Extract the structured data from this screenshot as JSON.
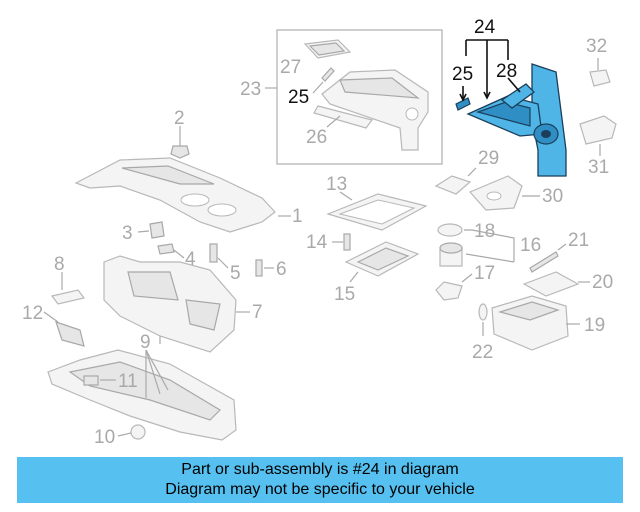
{
  "diagram": {
    "callouts": [
      "1",
      "2",
      "3",
      "4",
      "5",
      "6",
      "7",
      "8",
      "9",
      "10",
      "11",
      "12",
      "13",
      "14",
      "15",
      "16",
      "17",
      "18",
      "19",
      "20",
      "21",
      "22",
      "23",
      "24",
      "25",
      "25",
      "26",
      "27",
      "28",
      "29",
      "30",
      "31",
      "32"
    ],
    "highlighted_part": "24",
    "highlight_color": "#4fb4e6",
    "callout_color": "#a9a9a9",
    "highlight_callout_color": "#111111"
  },
  "footer": {
    "line1": "Part or sub-assembly is #24 in diagram",
    "line2": "Diagram may not be specific to your vehicle",
    "background": "#56c1f0"
  }
}
